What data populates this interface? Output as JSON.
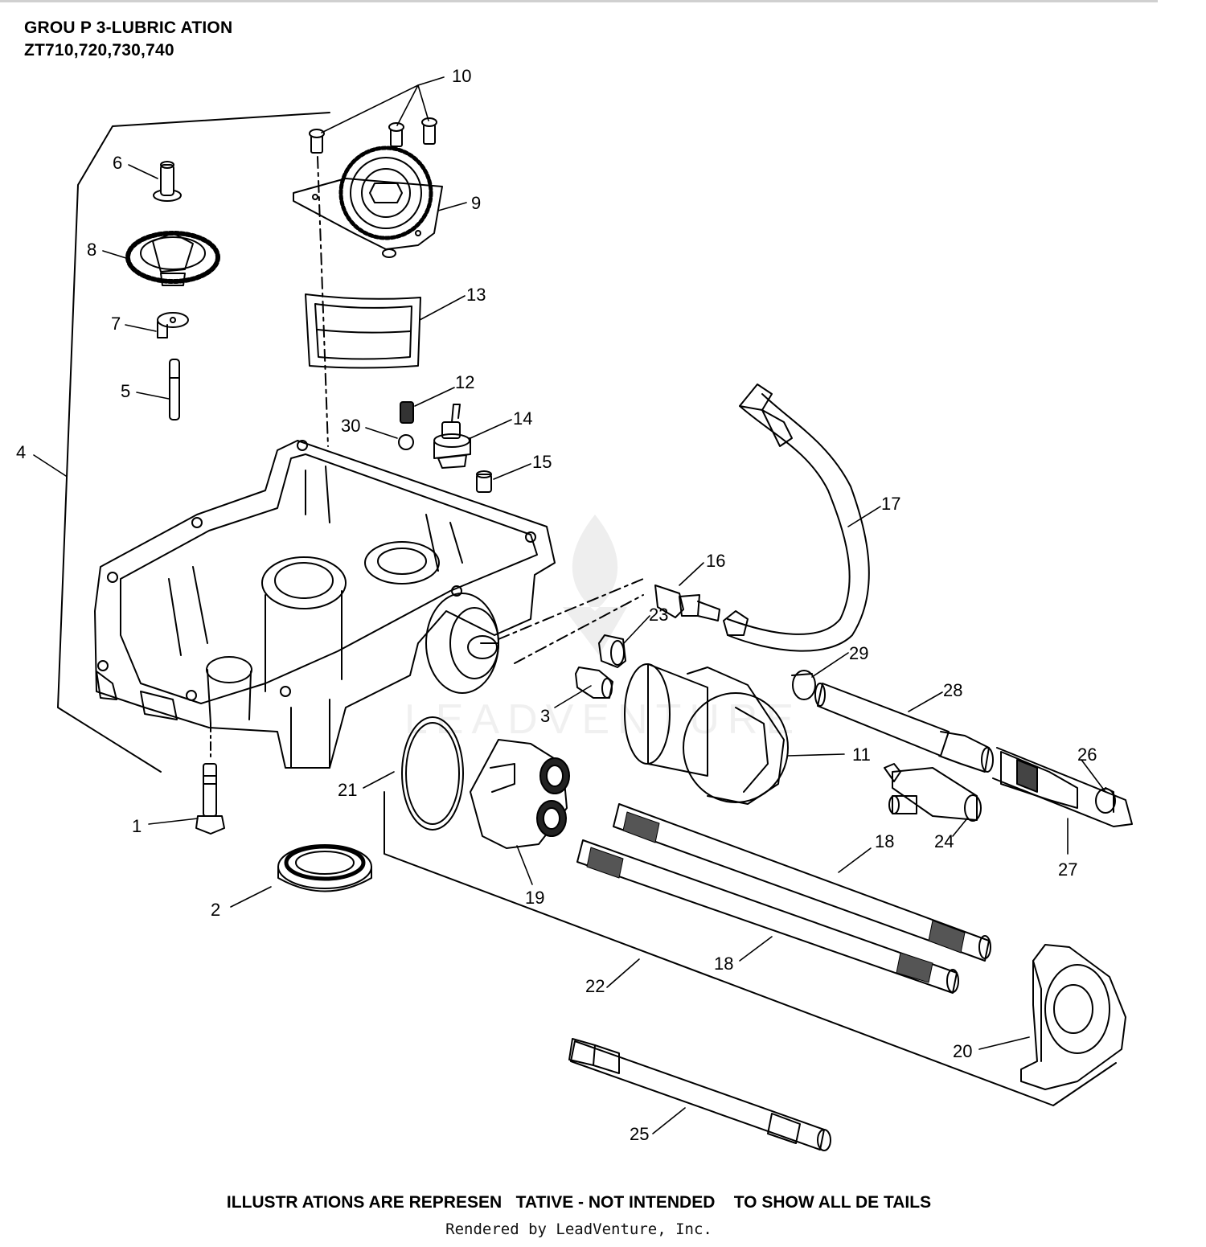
{
  "header": {
    "group_title": "GROU P 3-LUBRIC ATION",
    "models": "ZT710,720,730,740"
  },
  "watermark": {
    "text": "LEADVENTURE"
  },
  "callouts": [
    "10",
    "6",
    "9",
    "8",
    "13",
    "7",
    "12",
    "5",
    "14",
    "30",
    "15",
    "4",
    "17",
    "16",
    "23",
    "29",
    "3",
    "28",
    "11",
    "26",
    "21",
    "24",
    "18",
    "27",
    "1",
    "19",
    "2",
    "18",
    "22",
    "20",
    "25"
  ],
  "footer": {
    "disclaimer": "ILLUSTR ATIONS ARE REPRESEN   TATIVE - NOT INTENDED    TO SHOW ALL DE TAILS",
    "rendered_by": "Rendered by LeadVenture, Inc."
  }
}
